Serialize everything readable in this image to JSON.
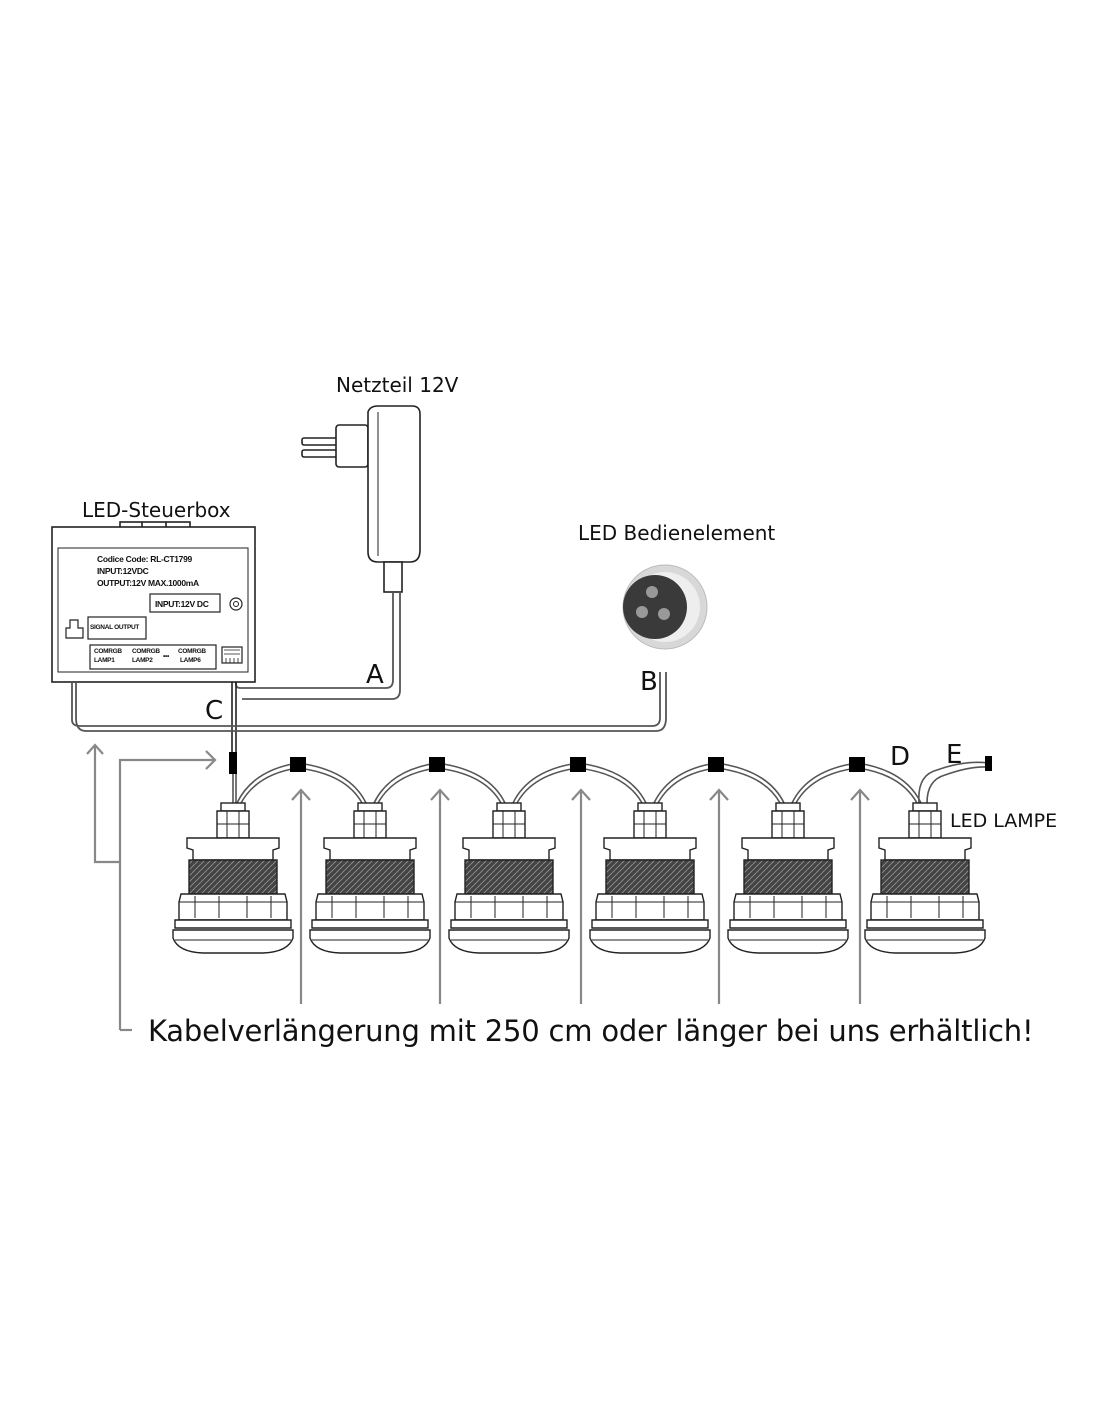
{
  "labels": {
    "power_supply": "Netzteil 12V",
    "control_box": "LED-Steuerbox",
    "control_element": "LED Bedienelement",
    "led_lamp": "LED LAMPE",
    "extension_note": "Kabelverlängerung mit 250 cm oder länger bei uns erhältlich!"
  },
  "markers": {
    "a": "A",
    "b": "B",
    "c": "C",
    "d": "D",
    "e": "E"
  },
  "box_print": {
    "code": "Codice Code:  RL-CT1799",
    "input": "INPUT:12VDC",
    "output": "OUTPUT:12V MAX.1000mA",
    "input_dc": "INPUT:12V DC",
    "signal_output": "SIGNAL OUTPUT",
    "port1_top": "COMRGB",
    "port1_bottom": "LAMP1",
    "port2_top": "COMRGB",
    "port2_bottom": "LAMP2",
    "port_ellipsis": "•••",
    "port6_top": "COMRGB",
    "port6_bottom": "LAMP6"
  },
  "lamps": {
    "count": 6
  },
  "colors": {
    "line": "#222222",
    "cable": "#777777",
    "arrow": "#888888",
    "connector": "#000000",
    "button_ring": "#cccccc",
    "button_face": "#3a3a3a"
  }
}
